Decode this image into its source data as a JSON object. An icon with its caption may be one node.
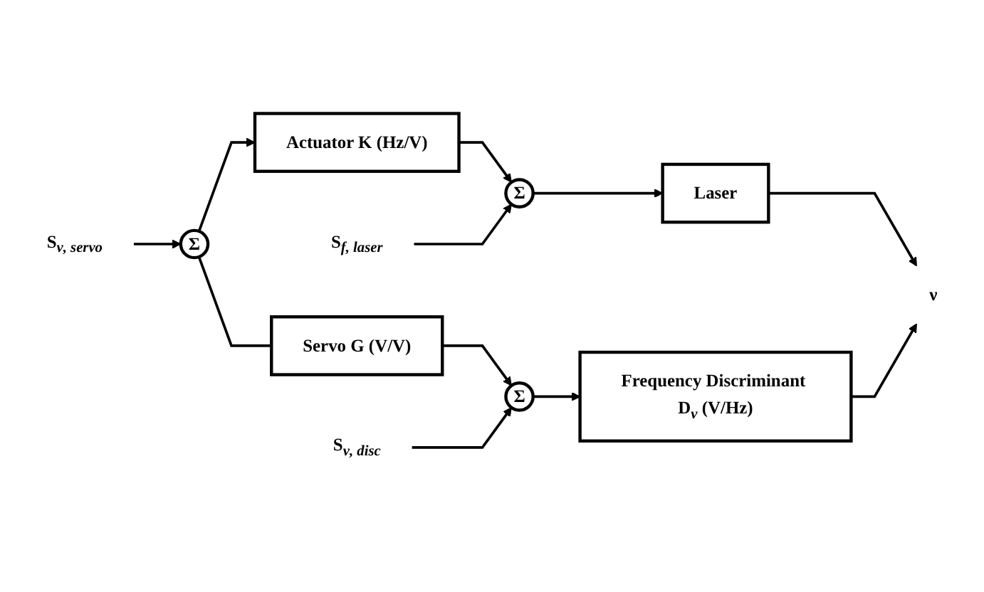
{
  "diagram": {
    "nodes": [
      {
        "text": [
          "Actuator K (Hz/V)"
        ]
      },
      {
        "text": [
          "Σ"
        ]
      },
      {
        "text": [
          "Laser"
        ]
      },
      {
        "text": [
          "Σ"
        ]
      },
      {
        "text": [
          "Servo G (V/V)"
        ]
      },
      {
        "text": [
          "Σ"
        ]
      },
      {
        "text": [
          "Frequency Discriminant D$_{ν}$ (V/Hz)"
        ]
      },
      {
        "text": [
          "S$_{f, laser}$"
        ]
      },
      {
        "text": [
          "S$_{ν, servo}$"
        ]
      },
      {
        "text": [
          "S$_{ν, disc}$"
        ]
      },
      {
        "text": [
          "ν"
        ]
      }
    ],
    "edges": [
      {
        "from": 3,
        "to": 0,
        "arrow": "to"
      },
      {
        "from": 0,
        "to": 1,
        "arrow": "to"
      },
      {
        "from": 1,
        "to": 2,
        "arrow": "to"
      },
      {
        "from": 2,
        "to": 10,
        "arrow": "to"
      },
      {
        "from": 3,
        "to": 4,
        "arrow": "none"
      },
      {
        "from": 4,
        "to": 5,
        "arrow": "to"
      },
      {
        "from": 5,
        "to": 6,
        "arrow": "to"
      },
      {
        "from": 6,
        "to": 10,
        "arrow": "to"
      },
      {
        "from": 7,
        "to": 1,
        "arrow": "to"
      },
      {
        "from": 8,
        "to": 3,
        "arrow": "to"
      },
      {
        "from": 9,
        "to": 5,
        "arrow": "to"
      }
    ]
  }
}
